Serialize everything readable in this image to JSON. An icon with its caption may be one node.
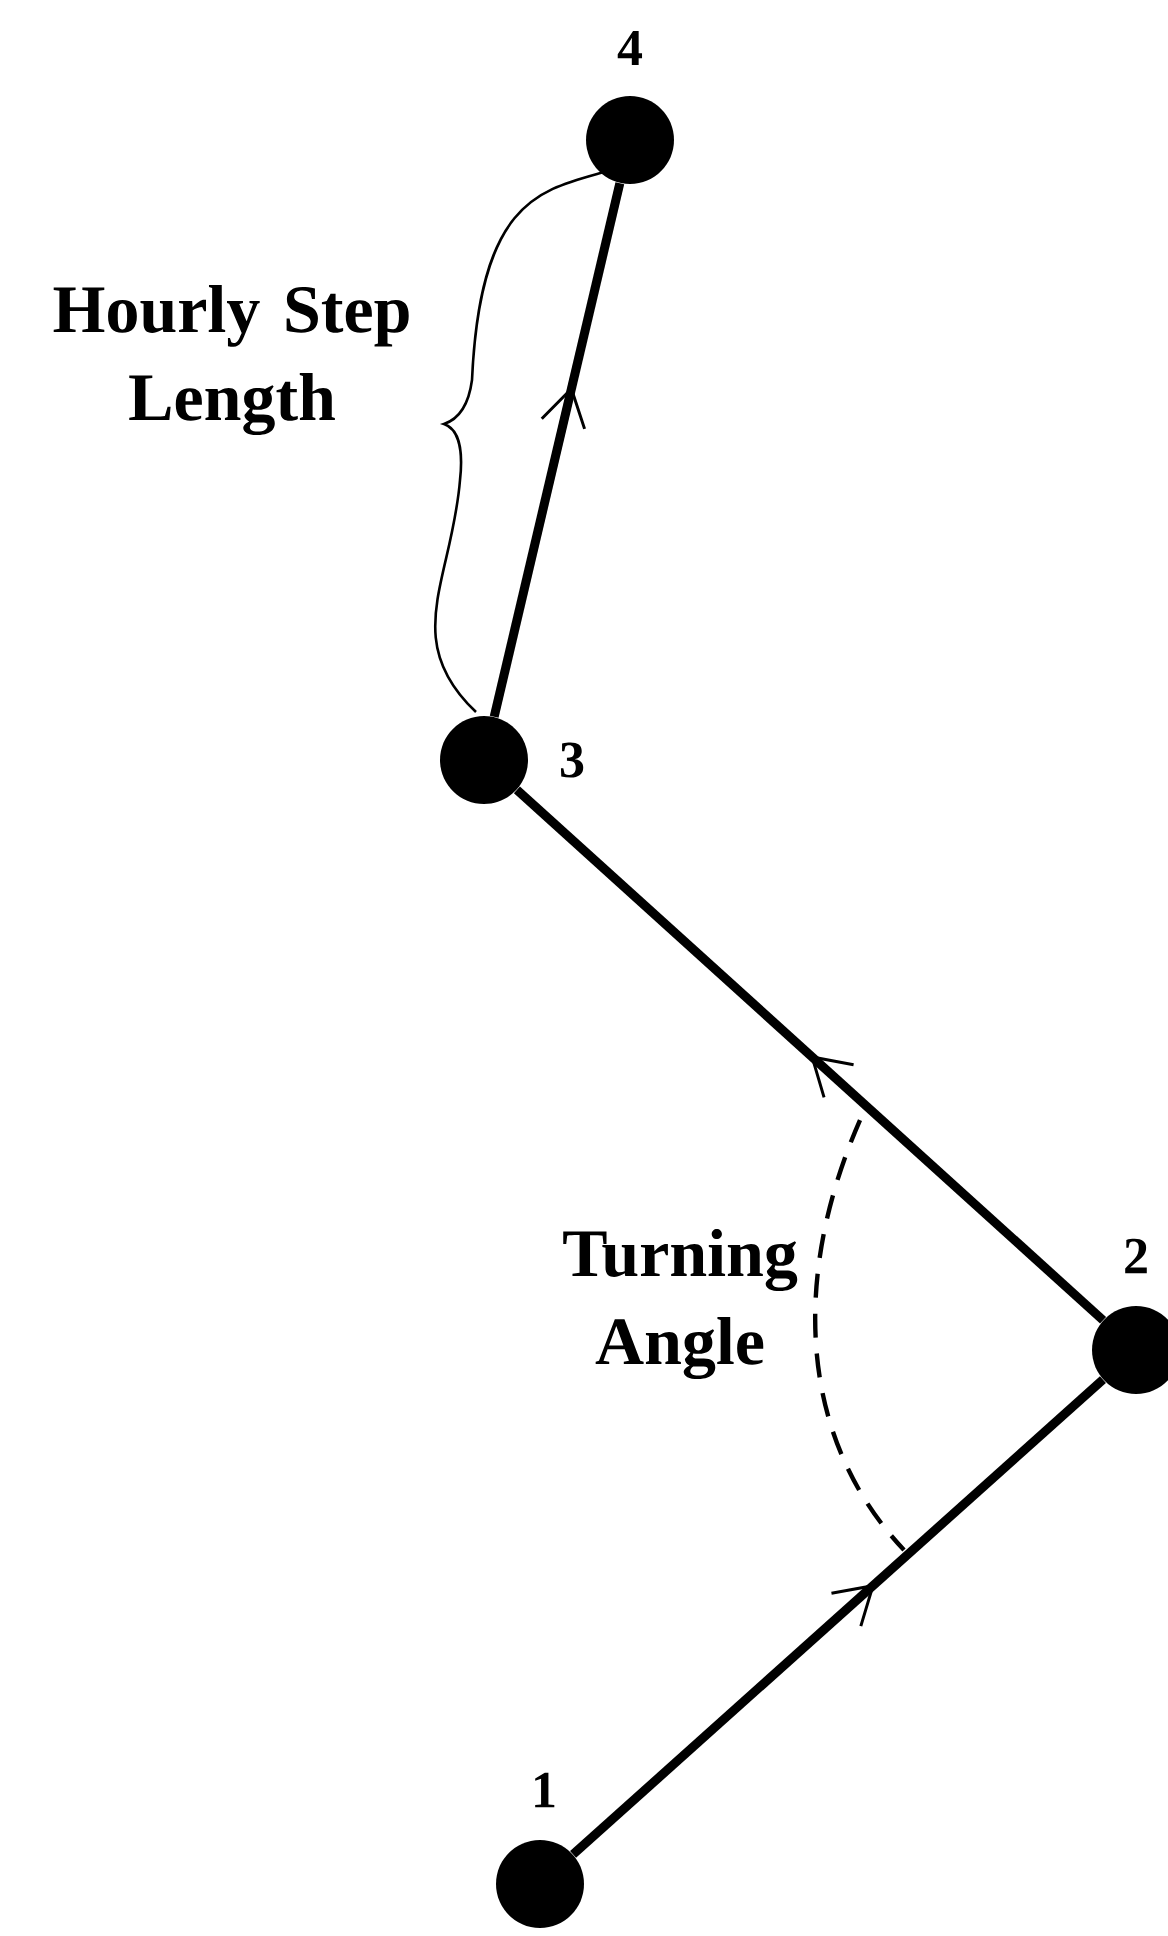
{
  "diagram": {
    "nodes": [
      {
        "text": [],
        "shape": "circle",
        "beside": [
          "4"
        ]
      },
      {
        "text": [],
        "shape": "circle",
        "beside": [
          "3"
        ]
      },
      {
        "text": [],
        "shape": "circle",
        "beside": [
          "2"
        ]
      },
      {
        "text": [],
        "shape": "circle",
        "beside": [
          "1"
        ]
      }
    ],
    "edges": [
      {
        "from": 3,
        "to": 2,
        "arrow": "to"
      },
      {
        "from": 2,
        "to": 1,
        "arrow": "to"
      },
      {
        "from": 1,
        "to": 0,
        "arrow": "to"
      }
    ],
    "labels": [
      "Hourly Step Length",
      "Turning Angle"
    ]
  }
}
